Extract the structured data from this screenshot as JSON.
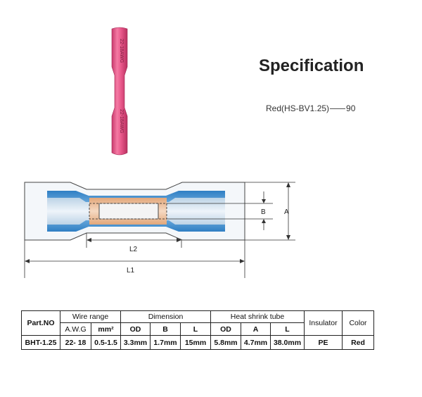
{
  "header": {
    "title": "Specification",
    "model_name": "Red(HS-BV1.25)",
    "model_qty": "90"
  },
  "product_image": {
    "color": "#e8578a",
    "printing": "22-18AWG"
  },
  "diagram": {
    "labels": {
      "b": "B",
      "a": "A",
      "l2": "L2",
      "l1": "L1"
    },
    "colors": {
      "tube": "#3d8fd1",
      "barrel": "#e6b58f",
      "insulator": "#c9dbe9"
    }
  },
  "table": {
    "part_no_header": "Part.NO",
    "wire_range_header": "Wire range",
    "dimension_header": "Dimension",
    "heat_shrink_header": "Heat shrink tube",
    "insulator_header": "Insulator",
    "color_header": "Color",
    "sub": {
      "awg": "A.W.G",
      "mm2": "mm²",
      "dim_od": "OD",
      "dim_b": "B",
      "dim_l": "L",
      "hs_od": "OD",
      "hs_a": "A",
      "hs_l": "L"
    },
    "row": {
      "part_no": "BHT-1.25",
      "awg": "22- 18",
      "mm2": "0.5-1.5",
      "dim_od": "3.3mm",
      "dim_b": "1.7mm",
      "dim_l": "15mm",
      "hs_od": "5.8mm",
      "hs_a": "4.7mm",
      "hs_l": "38.0mm",
      "insulator": "PE",
      "color": "Red"
    }
  }
}
